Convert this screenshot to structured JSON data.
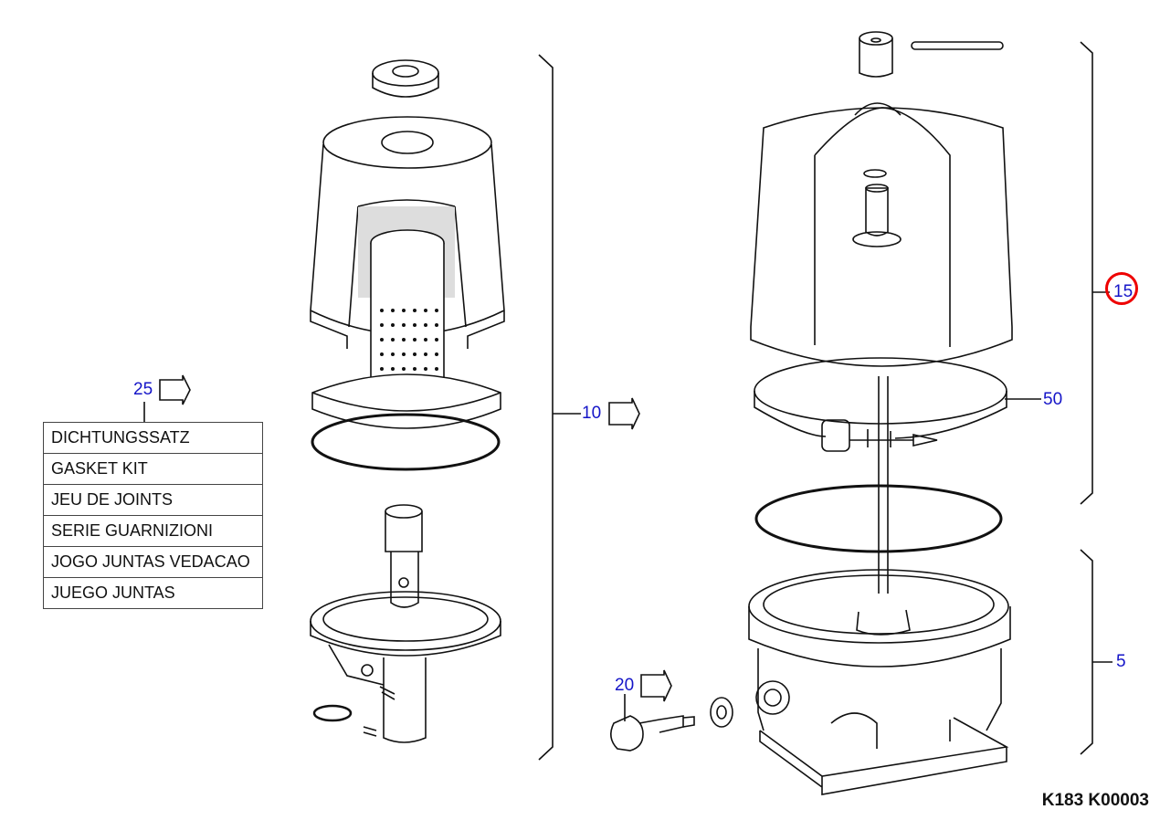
{
  "callouts": {
    "c25": "25",
    "c10": "10",
    "c15": "15",
    "c50": "50",
    "c5": "5",
    "c20": "20"
  },
  "kit_table": {
    "rows": [
      "DICHTUNGSSATZ",
      "GASKET KIT",
      "JEU DE JOINTS",
      "SERIE GUARNIZIONI",
      "JOGO JUNTAS VEDACAO",
      "JUEGO JUNTAS"
    ]
  },
  "reference": "K183 K00003",
  "colors": {
    "callout": "#1515c8",
    "highlight": "#e00000",
    "line": "#111111"
  }
}
